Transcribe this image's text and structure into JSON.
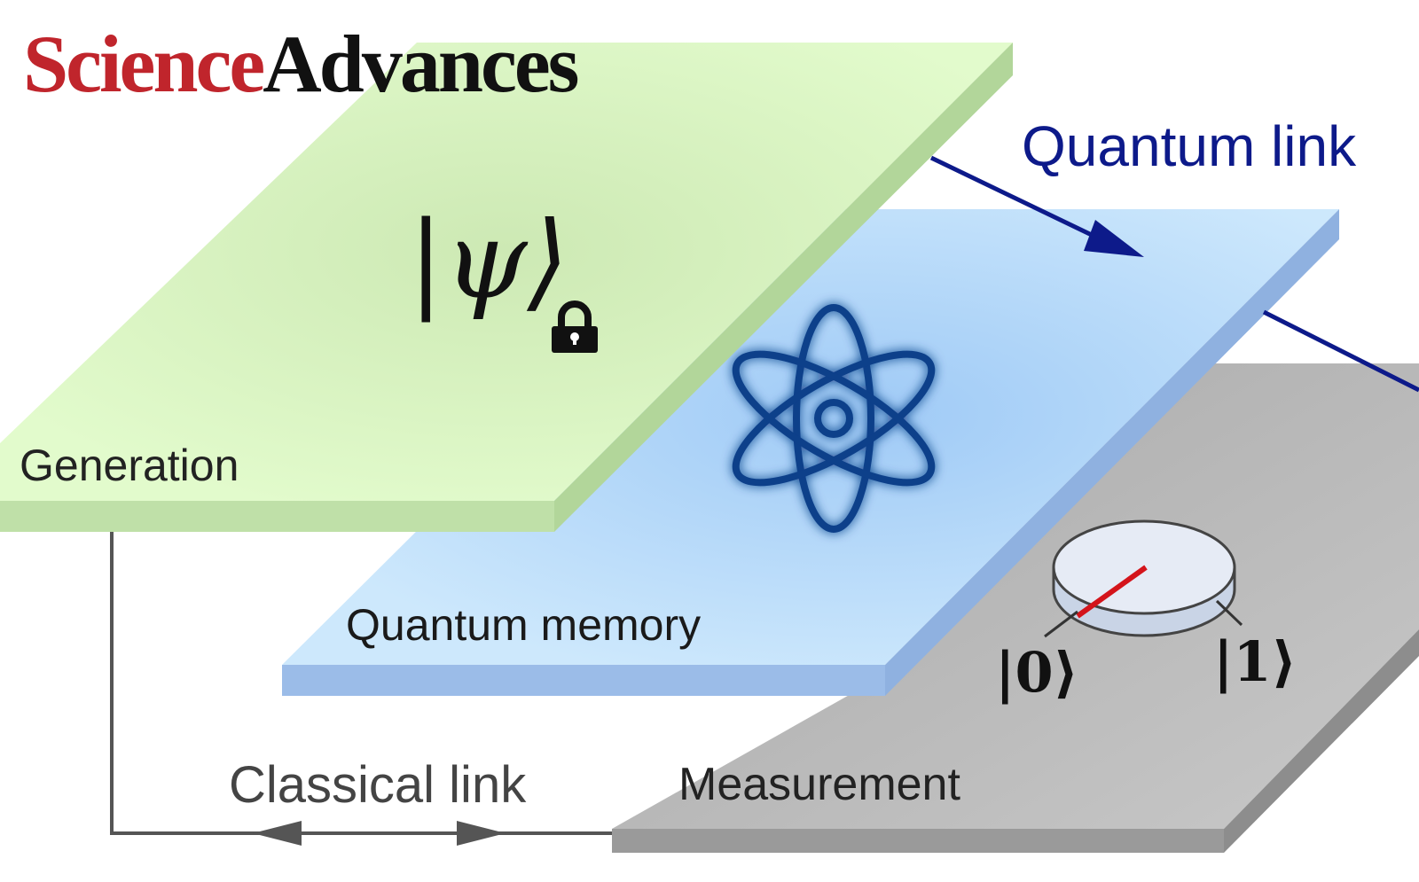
{
  "brand": {
    "part1": "Science",
    "part2": "Advances",
    "color_part1": "#c0252c",
    "color_part2": "#111111"
  },
  "layers": {
    "generation": {
      "label": "Generation",
      "color_top": "#dff7c9",
      "color_side": "#b9dca4"
    },
    "memory": {
      "label": "Quantum memory",
      "color_top": "#c6e3fb",
      "color_side": "#97b9e6"
    },
    "measurement": {
      "label": "Measurement",
      "color_top": "#bcbcbc",
      "color_side": "#8d8d8d"
    }
  },
  "links": {
    "quantum": {
      "label": "Quantum link",
      "color": "#0d1a8a"
    },
    "classical": {
      "label": "Classical link",
      "color": "#555555"
    }
  },
  "state": {
    "text": "|ψ⟩",
    "lock_icon": "lock-icon"
  },
  "atom_icon": "atom-icon",
  "qubit": {
    "zero": "|0⟩",
    "one": "|1⟩",
    "pointer_color": "#d4141b"
  }
}
